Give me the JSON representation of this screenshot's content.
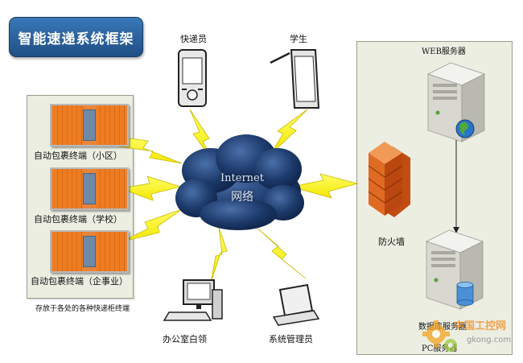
{
  "title": "智能速递系统框架",
  "devices": {
    "courier": "快递员",
    "student": "学生",
    "office": "办公室白领",
    "sysadmin": "系统管理员"
  },
  "terminals": {
    "t1": "自动包裹终端（小区）",
    "t2": "自动包裹终端（学校）",
    "t3": "自动包裹终端（企事业）",
    "caption": "存放于各处的各种快递柜终端"
  },
  "network": {
    "line1": "Internet",
    "line2": "网络"
  },
  "server_panel": {
    "web_server": "WEB服务器",
    "firewall": "防火墙",
    "db_server": "数据库服务器",
    "pc_server": "PC服务器"
  },
  "watermark": {
    "text": "中国工控网",
    "site": "gkong.com"
  }
}
